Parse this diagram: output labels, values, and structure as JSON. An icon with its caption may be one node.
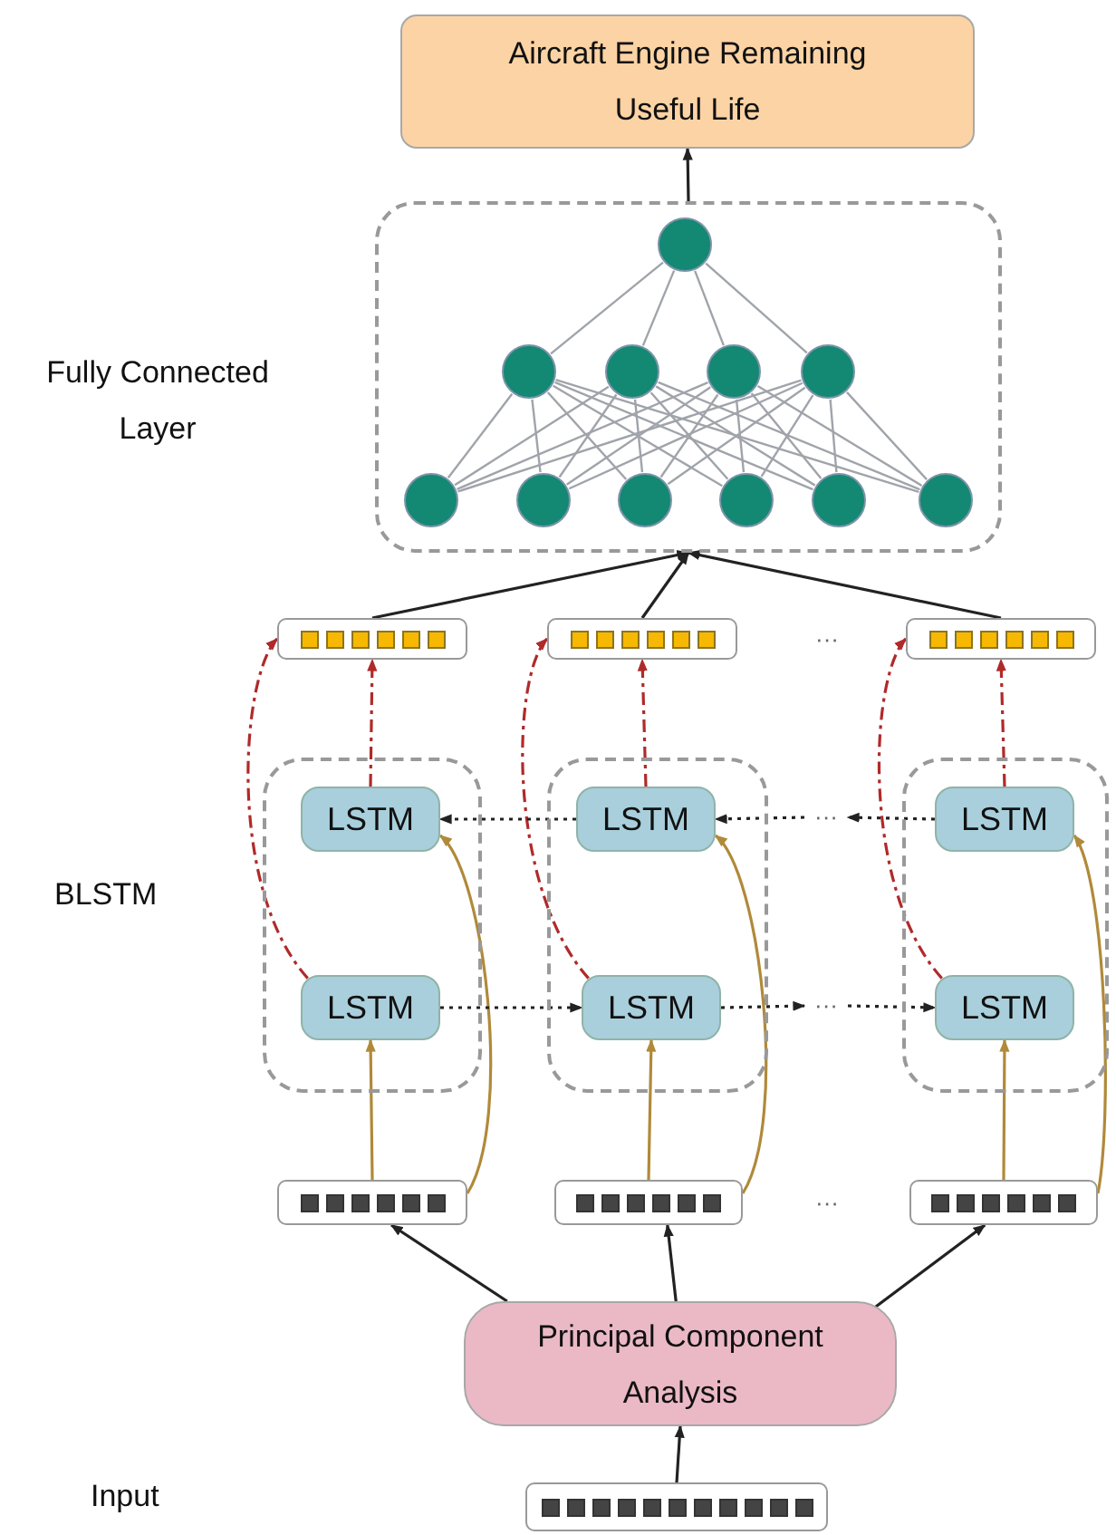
{
  "diagram": {
    "nodes": [
      {
        "text": [
          "Aircraft Engine Remaining Useful Life"
        ]
      },
      {
        "text": [],
        "shape": "box",
        "beside": [
          "Fully Connected Layer"
        ]
      },
      {
        "text": [],
        "shape": "circle",
        "in": 1
      },
      {
        "text": [],
        "shape": "circle",
        "in": 1
      },
      {
        "text": [],
        "shape": "circle",
        "in": 1
      },
      {
        "text": [],
        "shape": "circle",
        "in": 1
      },
      {
        "text": [],
        "shape": "circle",
        "in": 1
      },
      {
        "text": [],
        "shape": "circle",
        "in": 1
      },
      {
        "text": [],
        "shape": "circle",
        "in": 1
      },
      {
        "text": [],
        "shape": "circle",
        "in": 1
      },
      {
        "text": [],
        "shape": "circle",
        "in": 1
      },
      {
        "text": [],
        "shape": "circle",
        "in": 1
      },
      {
        "text": [],
        "shape": "circle",
        "in": 1
      },
      {
        "text": [],
        "shape": "box"
      },
      {
        "text": [],
        "shape": "box"
      },
      {
        "text": [],
        "shape": "box"
      },
      {
        "text": [],
        "shape": "box"
      },
      {
        "text": [],
        "shape": "box"
      },
      {
        "text": [],
        "shape": "box"
      },
      {
        "text": [
          "LSTM"
        ],
        "in": 16
      },
      {
        "text": [
          "LSTM"
        ],
        "in": 16
      },
      {
        "text": [
          "LSTM"
        ],
        "in": 17
      },
      {
        "text": [
          "LSTM"
        ],
        "in": 17
      },
      {
        "text": [
          "LSTM"
        ],
        "in": 18
      },
      {
        "text": [
          "LSTM"
        ],
        "in": 18
      },
      {
        "text": [],
        "shape": "box"
      },
      {
        "text": [],
        "shape": "box"
      },
      {
        "text": [],
        "shape": "box"
      },
      {
        "text": [
          "Principal Component Analysis"
        ]
      },
      {
        "text": [],
        "shape": "box"
      },
      {
        "text": [
          "···"
        ]
      },
      {
        "text": [
          "···"
        ]
      }
    ],
    "edges": [
      {
        "from": 1,
        "to": 0,
        "arrow": "to",
        "color": "#222222"
      },
      {
        "from": 13,
        "to": 1,
        "arrow": "to",
        "color": "#222222"
      },
      {
        "from": 14,
        "to": 1,
        "arrow": "to",
        "color": "#222222"
      },
      {
        "from": 15,
        "to": 1,
        "arrow": "to",
        "color": "#222222"
      },
      {
        "from": 2,
        "to": 3,
        "arrow": "none",
        "color": "#a0a4aa"
      },
      {
        "from": 2,
        "to": 4,
        "arrow": "none",
        "color": "#a0a4aa"
      },
      {
        "from": 2,
        "to": 5,
        "arrow": "none",
        "color": "#a0a4aa"
      },
      {
        "from": 2,
        "to": 6,
        "arrow": "none",
        "color": "#a0a4aa"
      },
      {
        "from": 3,
        "to": 7,
        "arrow": "none",
        "color": "#a0a4aa"
      },
      {
        "from": 3,
        "to": 8,
        "arrow": "none",
        "color": "#a0a4aa"
      },
      {
        "from": 3,
        "to": 9,
        "arrow": "none",
        "color": "#a0a4aa"
      },
      {
        "from": 3,
        "to": 10,
        "arrow": "none",
        "color": "#a0a4aa"
      },
      {
        "from": 3,
        "to": 11,
        "arrow": "none",
        "color": "#a0a4aa"
      },
      {
        "from": 3,
        "to": 12,
        "arrow": "none",
        "color": "#a0a4aa"
      },
      {
        "from": 4,
        "to": 7,
        "arrow": "none",
        "color": "#a0a4aa"
      },
      {
        "from": 4,
        "to": 8,
        "arrow": "none",
        "color": "#a0a4aa"
      },
      {
        "from": 4,
        "to": 9,
        "arrow": "none",
        "color": "#a0a4aa"
      },
      {
        "from": 4,
        "to": 10,
        "arrow": "none",
        "color": "#a0a4aa"
      },
      {
        "from": 4,
        "to": 11,
        "arrow": "none",
        "color": "#a0a4aa"
      },
      {
        "from": 4,
        "to": 12,
        "arrow": "none",
        "color": "#a0a4aa"
      },
      {
        "from": 5,
        "to": 7,
        "arrow": "none",
        "color": "#a0a4aa"
      },
      {
        "from": 5,
        "to": 8,
        "arrow": "none",
        "color": "#a0a4aa"
      },
      {
        "from": 5,
        "to": 9,
        "arrow": "none",
        "color": "#a0a4aa"
      },
      {
        "from": 5,
        "to": 10,
        "arrow": "none",
        "color": "#a0a4aa"
      },
      {
        "from": 5,
        "to": 11,
        "arrow": "none",
        "color": "#a0a4aa"
      },
      {
        "from": 5,
        "to": 12,
        "arrow": "none",
        "color": "#a0a4aa"
      },
      {
        "from": 6,
        "to": 7,
        "arrow": "none",
        "color": "#a0a4aa"
      },
      {
        "from": 6,
        "to": 8,
        "arrow": "none",
        "color": "#a0a4aa"
      },
      {
        "from": 6,
        "to": 9,
        "arrow": "none",
        "color": "#a0a4aa"
      },
      {
        "from": 6,
        "to": 10,
        "arrow": "none",
        "color": "#a0a4aa"
      },
      {
        "from": 6,
        "to": 11,
        "arrow": "none",
        "color": "#a0a4aa"
      },
      {
        "from": 6,
        "to": 12,
        "arrow": "none",
        "color": "#a0a4aa"
      },
      {
        "from": 19,
        "to": 13,
        "arrow": "to",
        "style": "dashed",
        "color": "#b02a2a"
      },
      {
        "from": 21,
        "to": 14,
        "arrow": "to",
        "style": "dashed",
        "color": "#b02a2a"
      },
      {
        "from": 23,
        "to": 15,
        "arrow": "to",
        "style": "dashed",
        "color": "#b02a2a"
      },
      {
        "from": 20,
        "to": 13,
        "arrow": "to",
        "style": "dashed",
        "color": "#b02a2a"
      },
      {
        "from": 22,
        "to": 14,
        "arrow": "to",
        "style": "dashed",
        "color": "#b02a2a"
      },
      {
        "from": 24,
        "to": 15,
        "arrow": "to",
        "style": "dashed",
        "color": "#b02a2a"
      },
      {
        "from": 25,
        "to": 20,
        "arrow": "to",
        "color": "#b08a3a"
      },
      {
        "from": 26,
        "to": 22,
        "arrow": "to",
        "color": "#b08a3a"
      },
      {
        "from": 27,
        "to": 24,
        "arrow": "to",
        "color": "#b08a3a"
      },
      {
        "from": 25,
        "to": 19,
        "arrow": "to",
        "color": "#b08a3a"
      },
      {
        "from": 26,
        "to": 21,
        "arrow": "to",
        "color": "#b08a3a"
      },
      {
        "from": 27,
        "to": 23,
        "arrow": "to",
        "color": "#b08a3a"
      },
      {
        "from": 21,
        "to": 19,
        "arrow": "to",
        "style": "dashed",
        "color": "#222222"
      },
      {
        "from": 30,
        "to": 21,
        "arrow": "to",
        "style": "dashed",
        "color": "#222222"
      },
      {
        "from": 23,
        "to": 30,
        "arrow": "to",
        "style": "dashed",
        "color": "#222222"
      },
      {
        "from": 20,
        "to": 22,
        "arrow": "to",
        "style": "dashed",
        "color": "#222222"
      },
      {
        "from": 22,
        "to": 31,
        "arrow": "to",
        "style": "dashed",
        "color": "#222222"
      },
      {
        "from": 31,
        "to": 24,
        "arrow": "to",
        "style": "dashed",
        "color": "#222222"
      },
      {
        "from": 28,
        "to": 25,
        "arrow": "to",
        "color": "#222222"
      },
      {
        "from": 28,
        "to": 26,
        "arrow": "to",
        "color": "#222222"
      },
      {
        "from": 28,
        "to": 27,
        "arrow": "to",
        "color": "#222222"
      },
      {
        "from": 29,
        "to": 28,
        "arrow": "to",
        "color": "#222222"
      }
    ],
    "labels": [
      "···",
      "BLSTM",
      "···",
      "Input"
    ]
  }
}
